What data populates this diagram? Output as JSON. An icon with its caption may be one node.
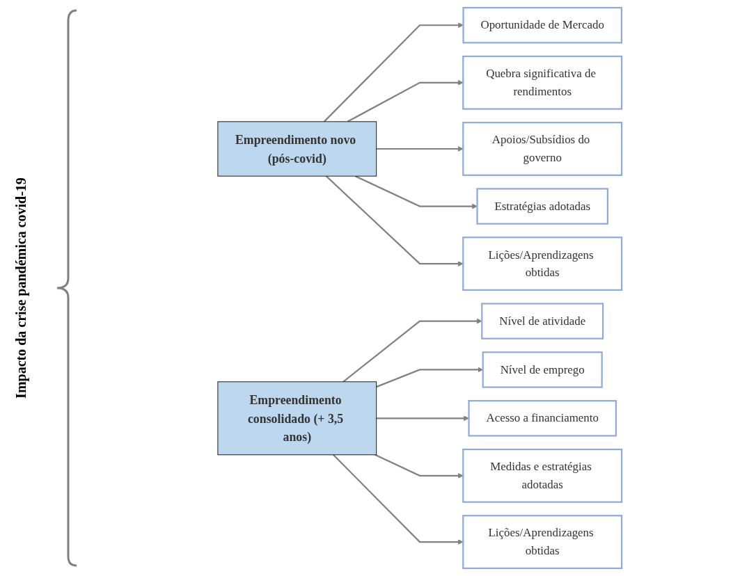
{
  "diagram": {
    "nodes": [
      {
        "text": [
          "Empreendimento novo (pós-covid)"
        ]
      },
      {
        "text": [
          "Oportunidade de Mercado"
        ]
      },
      {
        "text": [
          "Quebra significativa de rendimentos"
        ]
      },
      {
        "text": [
          "Apoios/Subsídios do governo"
        ]
      },
      {
        "text": [
          "Estratégias adotadas"
        ]
      },
      {
        "text": [
          "Lições/Aprendizagens obtidas"
        ]
      },
      {
        "text": [
          "Empreendimento consolidado (+ 3,5 anos)"
        ]
      },
      {
        "text": [
          "Nível de atividade"
        ]
      },
      {
        "text": [
          "Nível de emprego"
        ]
      },
      {
        "text": [
          "Acesso a financiamento"
        ]
      },
      {
        "text": [
          "Medidas e estratégias adotadas"
        ]
      },
      {
        "text": [
          "Lições/Aprendizagens obtidas"
        ]
      }
    ],
    "edges": [
      {
        "from": 0,
        "to": 1,
        "arrow": "to"
      },
      {
        "from": 0,
        "to": 2,
        "arrow": "to"
      },
      {
        "from": 0,
        "to": 3,
        "arrow": "to"
      },
      {
        "from": 0,
        "to": 4,
        "arrow": "to"
      },
      {
        "from": 0,
        "to": 5,
        "arrow": "to"
      },
      {
        "from": 6,
        "to": 7,
        "arrow": "to"
      },
      {
        "from": 6,
        "to": 8,
        "arrow": "to"
      },
      {
        "from": 6,
        "to": 9,
        "arrow": "to"
      },
      {
        "from": 6,
        "to": 10,
        "arrow": "to"
      },
      {
        "from": 6,
        "to": 11,
        "arrow": "to"
      }
    ],
    "labels": [
      "Impacto da crise pandémica covid-19"
    ]
  }
}
